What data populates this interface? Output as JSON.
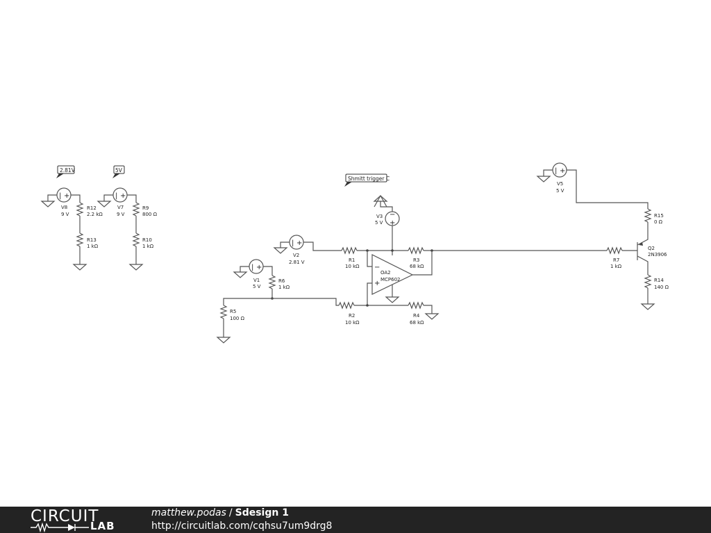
{
  "tags": [
    {
      "id": "tag-281v",
      "text": "2.81V"
    },
    {
      "id": "tag-5v",
      "text": "5V"
    },
    {
      "id": "tag-shmitt",
      "text": "Shmitt trigger C"
    }
  ],
  "components": {
    "V8": {
      "name": "V8",
      "value": "9 V"
    },
    "V7": {
      "name": "V7",
      "value": "9 V"
    },
    "R12": {
      "name": "R12",
      "value": "2.2 kΩ"
    },
    "R13": {
      "name": "R13",
      "value": "1 kΩ"
    },
    "R9": {
      "name": "R9",
      "value": "800 Ω"
    },
    "R10": {
      "name": "R10",
      "value": "1 kΩ"
    },
    "V3": {
      "name": "V3",
      "value": "5 V"
    },
    "V2": {
      "name": "V2",
      "value": "2.81 V"
    },
    "V1": {
      "name": "V1",
      "value": "5 V"
    },
    "R6": {
      "name": "R6",
      "value": "1 kΩ"
    },
    "R5": {
      "name": "R5",
      "value": "100 Ω"
    },
    "R1": {
      "name": "R1",
      "value": "10 kΩ"
    },
    "R2": {
      "name": "R2",
      "value": "10 kΩ"
    },
    "R3": {
      "name": "R3",
      "value": "68 kΩ"
    },
    "R4": {
      "name": "R4",
      "value": "68 kΩ"
    },
    "OA2": {
      "name": "OA2",
      "value": "MCP602"
    },
    "V5": {
      "name": "V5",
      "value": "5 V"
    },
    "R15": {
      "name": "R15",
      "value": "0 Ω"
    },
    "R7": {
      "name": "R7",
      "value": "1 kΩ"
    },
    "Q2": {
      "name": "Q2",
      "value": "2N3906"
    },
    "R14": {
      "name": "R14",
      "value": "140 Ω"
    }
  },
  "footer": {
    "logo_top": "CIRCUIT",
    "logo_bottom": "LAB",
    "user": "matthew.podas",
    "separator": "/",
    "project": "Sdesign 1",
    "url": "http://circuitlab.com/cqhsu7um9drg8"
  },
  "colors": {
    "wire": "#555555",
    "footer_bg": "#232323",
    "footer_text": "#ffffff"
  }
}
